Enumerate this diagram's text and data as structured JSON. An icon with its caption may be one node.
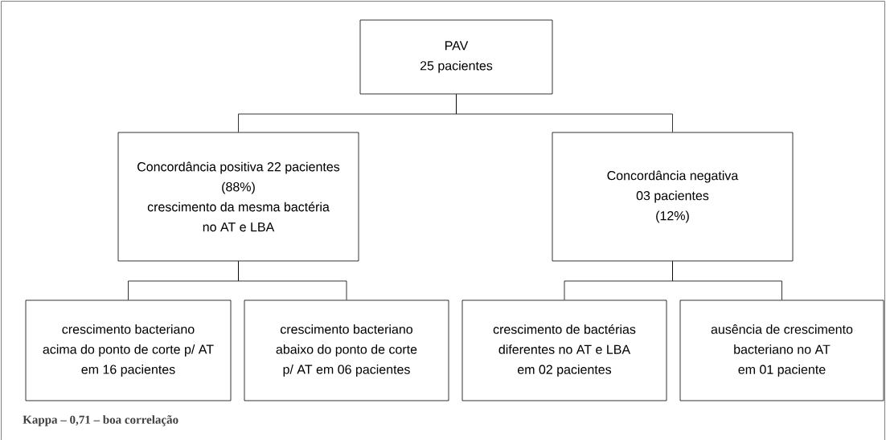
{
  "diagram": {
    "caption": "Kappa – 0,71 – boa correlação",
    "nodes": [
      {
        "text": [
          "PAV",
          "25 pacientes"
        ]
      },
      {
        "text": [
          "Concordância positiva 22 pacientes",
          "(88%)",
          "crescimento da mesma bactéria",
          "no AT e LBA"
        ]
      },
      {
        "text": [
          "Concordância negativa",
          "03 pacientes",
          "(12%)"
        ]
      },
      {
        "text": [
          "crescimento bacteriano",
          "acima do ponto de corte p/ AT",
          "em 16 pacientes"
        ]
      },
      {
        "text": [
          "crescimento bacteriano",
          "abaixo do ponto de corte",
          "p/ AT em 06 pacientes"
        ]
      },
      {
        "text": [
          "crescimento de bactérias",
          "diferentes no AT e LBA",
          "em 02 pacientes"
        ]
      },
      {
        "text": [
          "ausência de crescimento",
          "bacteriano  no AT",
          "em 01 paciente"
        ]
      }
    ],
    "edges": [
      {
        "from": 0,
        "to": 1,
        "arrow": "none"
      },
      {
        "from": 0,
        "to": 2,
        "arrow": "none"
      },
      {
        "from": 1,
        "to": 3,
        "arrow": "none"
      },
      {
        "from": 1,
        "to": 4,
        "arrow": "none"
      },
      {
        "from": 2,
        "to": 5,
        "arrow": "none"
      },
      {
        "from": 2,
        "to": 6,
        "arrow": "none"
      }
    ]
  }
}
